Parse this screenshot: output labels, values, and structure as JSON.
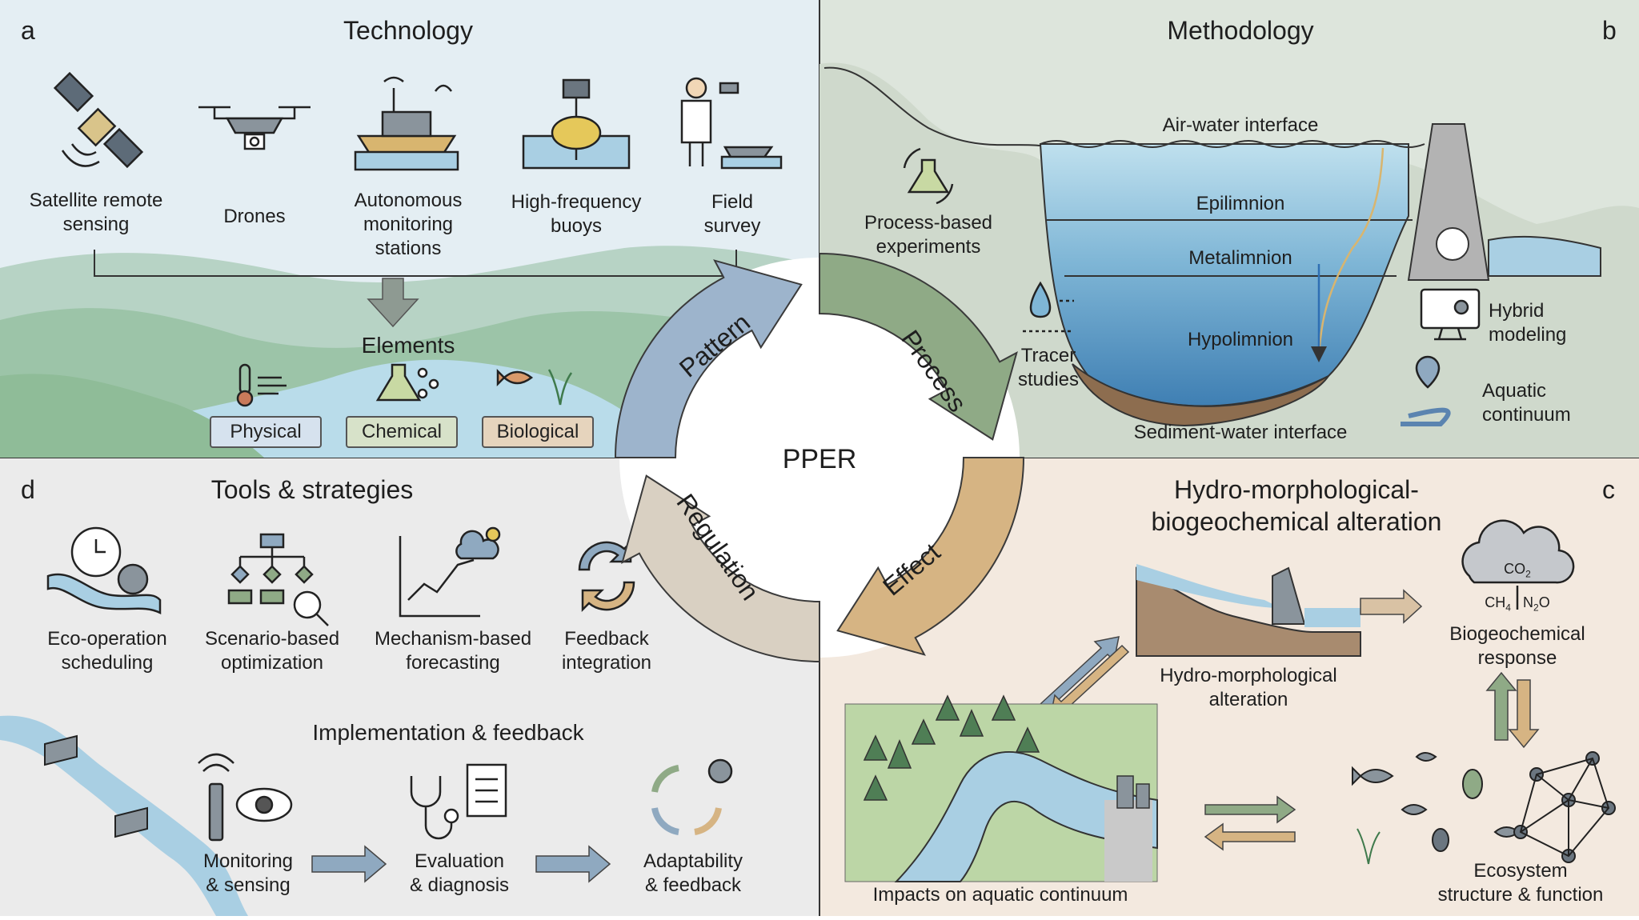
{
  "panels": {
    "a": {
      "letter": "a",
      "title": "Technology",
      "items": [
        "Satellite remote sensing",
        "Drones",
        "Autonomous monitoring stations",
        "High-frequency buoys",
        "Field survey"
      ],
      "items_lines": [
        [
          "Satellite remote",
          "sensing"
        ],
        [
          "Drones"
        ],
        [
          "Autonomous",
          "monitoring",
          "stations"
        ],
        [
          "High-frequency",
          "buoys"
        ],
        [
          "Field",
          "survey"
        ]
      ],
      "elements_title": "Elements",
      "elements": [
        "Physical",
        "Chemical",
        "Biological"
      ]
    },
    "b": {
      "letter": "b",
      "title": "Methodology",
      "layers": {
        "air_water": "Air-water interface",
        "epilimnion": "Epilimnion",
        "metalimnion": "Metalimnion",
        "hypolimnion": "Hypolimnion",
        "sediment_water": "Sediment-water interface"
      },
      "methods": {
        "process_based": [
          "Process-based",
          "experiments"
        ],
        "tracer": [
          "Tracer",
          "studies"
        ],
        "hybrid": [
          "Hybrid",
          "modeling"
        ],
        "continuum": [
          "Aquatic",
          "continuum"
        ]
      }
    },
    "c": {
      "letter": "c",
      "title_lines": [
        "Hydro-morphological-",
        "biogeochemical alteration"
      ],
      "hydro": [
        "Hydro-morphological",
        "alteration"
      ],
      "bio_response": [
        "Biogeochemical",
        "response"
      ],
      "gases": {
        "co2": "CO",
        "co2_sub": "2",
        "ch4": "CH",
        "ch4_sub": "4",
        "n2o_a": "N",
        "n2o_sub": "2",
        "n2o_b": "O"
      },
      "impacts": "Impacts on aquatic continuum",
      "ecosystem": [
        "Ecosystem",
        "structure & function"
      ]
    },
    "d": {
      "letter": "d",
      "title": "Tools & strategies",
      "tools": [
        [
          "Eco-operation",
          "scheduling"
        ],
        [
          "Scenario-based",
          "optimization"
        ],
        [
          "Mechanism-based",
          "forecasting"
        ],
        [
          "Feedback",
          "integration"
        ]
      ],
      "impl_title": "Implementation & feedback",
      "steps": [
        [
          "Monitoring",
          "& sensing"
        ],
        [
          "Evaluation",
          "& diagnosis"
        ],
        [
          "Adaptability",
          "& feedback"
        ]
      ]
    }
  },
  "cycle": {
    "center": "PPER",
    "stages": [
      "Pattern",
      "Process",
      "Effect",
      "Regulation"
    ]
  },
  "colors": {
    "panel_a_bg": "#e4eef3",
    "panel_b_bg": "#dde5dc",
    "panel_c_bg": "#f3e9df",
    "panel_d_bg": "#ebebeb",
    "pattern": "#9db4cc",
    "process": "#8faa86",
    "effect": "#d6b483",
    "regulation": "#d9d0c2",
    "water": "#a9cfe3",
    "arrow_blue": "#8fa9c0"
  }
}
